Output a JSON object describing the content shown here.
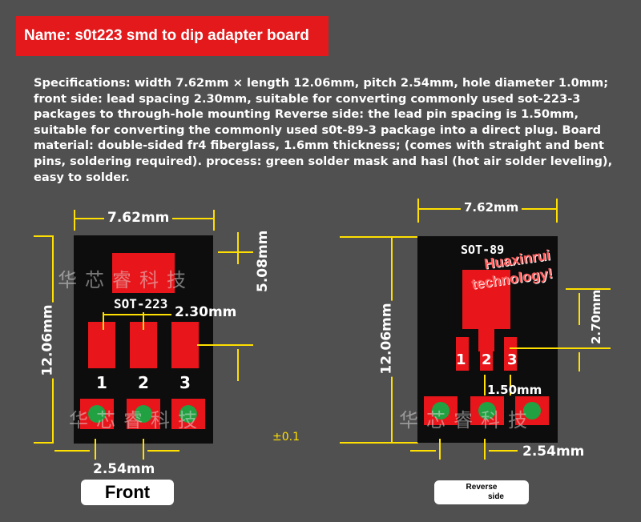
{
  "title": "Name: s0t223 smd to dip adapter board",
  "specs": "Specifications: width 7.62mm × length 12.06mm, pitch 2.54mm, hole diameter 1.0mm; front side: lead spacing 2.30mm, suitable for converting commonly used sot-223-3 packages to through-hole mounting Reverse side: the lead pin spacing is 1.50mm, suitable for converting the commonly used s0t-89-3 package into a direct plug. Board material: double-sided fr4 fiberglass, 1.6mm thickness; (comes with straight and bent pins, soldering required). process: green solder mask and hasl (hot air solder leveling), easy to solder.",
  "front": {
    "width_label": "7.62mm",
    "length_label": "12.06mm",
    "pad_height_label": "5.08mm",
    "pin_spacing_label": "2.30mm",
    "pitch_label": "2.54mm",
    "package_label": "SOT-223",
    "pins": [
      "1",
      "2",
      "3"
    ],
    "watermark": "华芯睿科技",
    "side_label": "Front"
  },
  "tolerance_label": "±0.1",
  "back": {
    "width_label": "7.62mm",
    "length_label": "12.06mm",
    "pad_height_label": "2.70mm",
    "pin_spacing_label": "1.50mm",
    "pitch_label": "2.54mm",
    "package_label": "SOT-89",
    "pins": [
      "1",
      "2",
      "3"
    ],
    "brand_line1": "Huaxinrui",
    "brand_line2": "technology!",
    "watermark": "华芯睿科技",
    "side_label_line1": "Reverse",
    "side_label_line2": "side"
  },
  "colors": {
    "banner": "#e3191b",
    "pad": "#e8161b",
    "board": "#0d0d0d",
    "dimension": "#ffe000",
    "hole": "#21a141"
  }
}
